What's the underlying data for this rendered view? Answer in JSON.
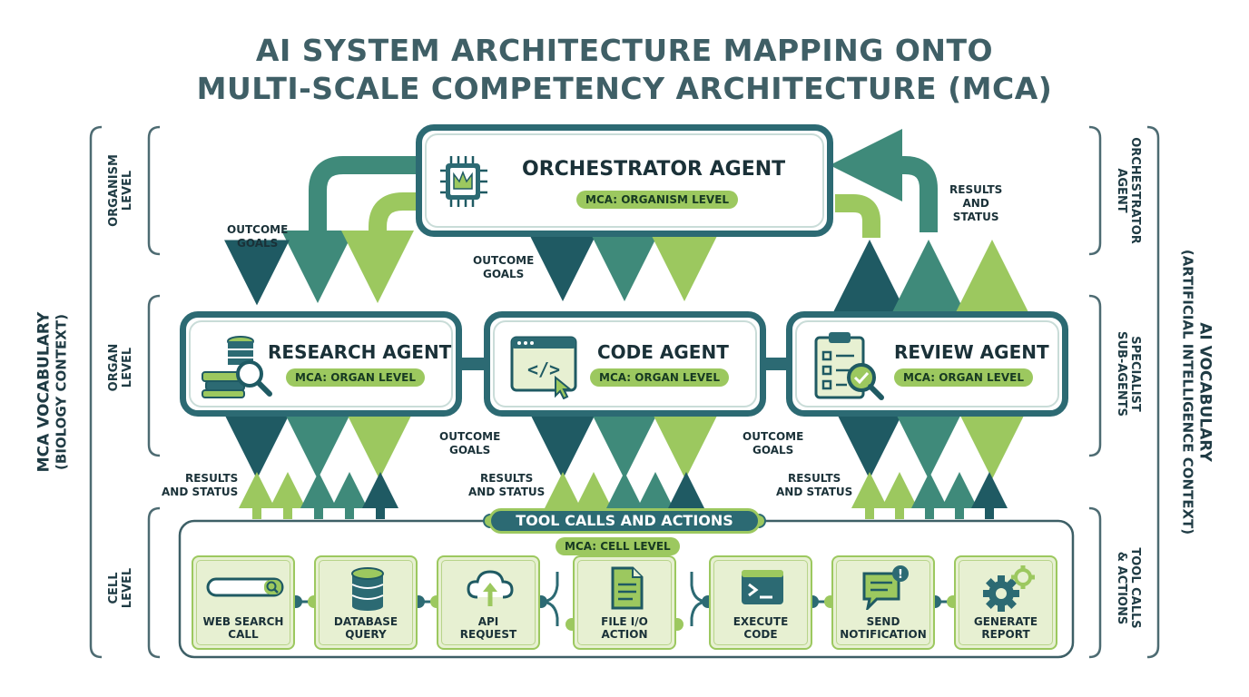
{
  "title": {
    "line1": "AI SYSTEM ARCHITECTURE MAPPING ONTO",
    "line2": "MULTI-SCALE COMPETENCY ARCHITECTURE (MCA)"
  },
  "left_side": {
    "main_label": "MCA VOCABULARY",
    "sub_label": "(BIOLOGY CONTEXT)",
    "levels": [
      {
        "line1": "ORGANISM",
        "line2": "LEVEL"
      },
      {
        "line1": "ORGAN",
        "line2": "LEVEL"
      },
      {
        "line1": "CELL",
        "line2": "LEVEL"
      }
    ]
  },
  "right_side": {
    "main_label": "AI VOCABULARY",
    "sub_label": "(ARTIFICIAL INTELLIGENCE CONTEXT)",
    "levels": [
      {
        "line1": "ORCHESTRATOR",
        "line2": "AGENT"
      },
      {
        "line1": "SPECIALIST",
        "line2": "SUB-AGENTS"
      },
      {
        "line1": "TOOL CALLS",
        "line2": "& ACTIONS"
      }
    ]
  },
  "orchestrator": {
    "name": "ORCHESTRATOR AGENT",
    "mca": "MCA: ORGANISM LEVEL",
    "icon": "crown-chip-icon"
  },
  "agents": [
    {
      "name": "RESEARCH AGENT",
      "mca": "MCA: ORGAN LEVEL",
      "icon": "database-magnifier-icon"
    },
    {
      "name": "CODE AGENT",
      "mca": "MCA: ORGAN LEVEL",
      "icon": "code-window-icon"
    },
    {
      "name": "REVIEW AGENT",
      "mca": "MCA: ORGAN LEVEL",
      "icon": "clipboard-check-icon"
    }
  ],
  "flows": {
    "outcome_line1": "OUTCOME",
    "outcome_line2": "GOALS",
    "results_line1": "RESULTS",
    "results_line2": "AND STATUS",
    "results_right_line2": "AND"
  },
  "flow_status_word": "STATUS",
  "tools": {
    "title": "TOOL CALLS AND ACTIONS",
    "mca": "MCA: CELL LEVEL",
    "items": [
      {
        "line1": "WEB SEARCH",
        "line2": "CALL",
        "icon": "search-bar-icon"
      },
      {
        "line1": "DATABASE",
        "line2": "QUERY",
        "icon": "database-icon"
      },
      {
        "line1": "API",
        "line2": "REQUEST",
        "icon": "cloud-upload-icon"
      },
      {
        "line1": "FILE I/O",
        "line2": "ACTION",
        "icon": "document-icon"
      },
      {
        "line1": "EXECUTE",
        "line2": "CODE",
        "icon": "terminal-icon"
      },
      {
        "line1": "SEND",
        "line2": "NOTIFICATION",
        "icon": "chat-notification-icon"
      },
      {
        "line1": "GENERATE",
        "line2": "REPORT",
        "icon": "gears-icon"
      }
    ]
  },
  "colors": {
    "dark_teal": "#1f5a63",
    "mid_teal": "#3f8a7a",
    "green": "#9cc85f",
    "light_green": "#e7f0d2",
    "title_gray": "#3f5f66"
  }
}
